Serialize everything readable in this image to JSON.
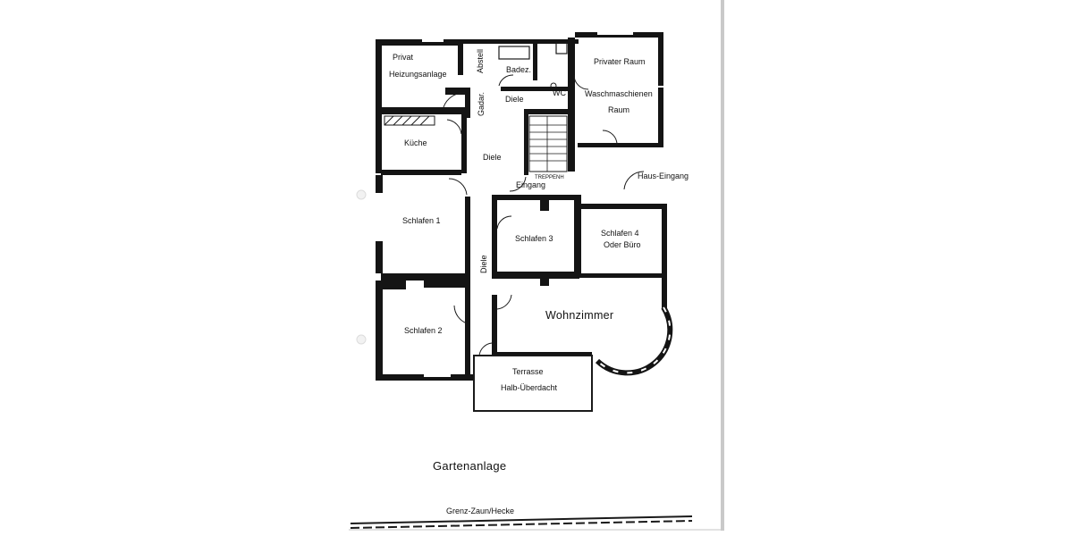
{
  "labels": {
    "privat": "Privat",
    "heizungsanlage": "Heizungsanlage",
    "abstell": "Abstell",
    "badez": "Badez.",
    "privater_raum": "Privater Raum",
    "gadar": "Gadar.",
    "diele_top": "Diele",
    "wc": "WC",
    "waschmaschinen": "Waschmaschienen",
    "raum": "Raum",
    "kueche": "Küche",
    "diele_mid": "Diele",
    "treppenh": "TREPPENH",
    "eingang": "Eingang",
    "haus_eingang": "Haus-Eingang",
    "schlafen1": "Schlafen 1",
    "schlafen3": "Schlafen 3",
    "schlafen4": "Schlafen 4",
    "oder_buero": "Oder Büro",
    "diele_vertical": "Diele",
    "wohnzimmer": "Wohnzimmer",
    "schlafen2": "Schlafen 2",
    "terrasse": "Terrasse",
    "halb_ueberdacht": "Halb-Überdacht",
    "gartenanlage": "Gartenanlage",
    "grenz_zaun": "Grenz-Zaun/Hecke"
  }
}
